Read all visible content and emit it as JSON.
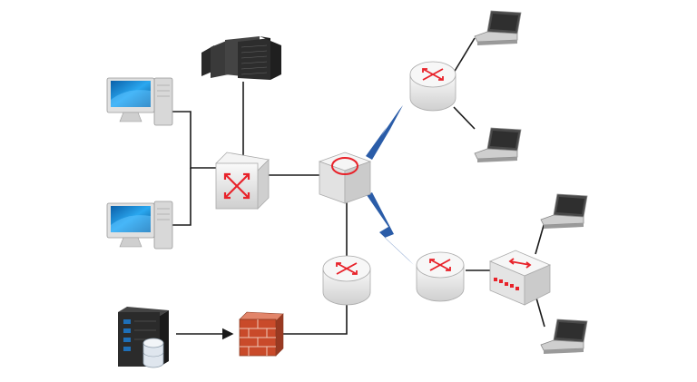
{
  "diagram": {
    "nodes": [
      {
        "id": "server-rack",
        "kind": "server-rack-icon"
      },
      {
        "id": "desktop-top",
        "kind": "desktop-computer-icon"
      },
      {
        "id": "desktop-bottom",
        "kind": "desktop-computer-icon"
      },
      {
        "id": "switch-main",
        "kind": "switch-icon"
      },
      {
        "id": "hub-center",
        "kind": "hub-icon"
      },
      {
        "id": "router-upper",
        "kind": "router-icon"
      },
      {
        "id": "router-lower",
        "kind": "router-icon"
      },
      {
        "id": "router-bottom",
        "kind": "router-icon"
      },
      {
        "id": "switch-right",
        "kind": "switch-icon"
      },
      {
        "id": "firewall",
        "kind": "firewall-icon"
      },
      {
        "id": "database-server",
        "kind": "database-server-icon"
      },
      {
        "id": "laptop-1",
        "kind": "laptop-icon"
      },
      {
        "id": "laptop-2",
        "kind": "laptop-icon"
      },
      {
        "id": "laptop-3",
        "kind": "laptop-icon"
      },
      {
        "id": "laptop-4",
        "kind": "laptop-icon"
      }
    ],
    "links": [
      {
        "from": "desktop-top",
        "to": "switch-main",
        "type": "wired"
      },
      {
        "from": "desktop-bottom",
        "to": "switch-main",
        "type": "wired"
      },
      {
        "from": "server-rack",
        "to": "switch-main",
        "type": "wired"
      },
      {
        "from": "switch-main",
        "to": "hub-center",
        "type": "wired"
      },
      {
        "from": "hub-center",
        "to": "router-upper",
        "type": "wireless"
      },
      {
        "from": "hub-center",
        "to": "router-lower",
        "type": "wireless"
      },
      {
        "from": "hub-center",
        "to": "router-bottom",
        "type": "wired"
      },
      {
        "from": "router-upper",
        "to": "laptop-1",
        "type": "wired"
      },
      {
        "from": "router-upper",
        "to": "laptop-2",
        "type": "wired"
      },
      {
        "from": "router-lower",
        "to": "switch-right",
        "type": "wired"
      },
      {
        "from": "switch-right",
        "to": "laptop-3",
        "type": "wired"
      },
      {
        "from": "switch-right",
        "to": "laptop-4",
        "type": "wired"
      },
      {
        "from": "database-server",
        "to": "firewall",
        "type": "arrow"
      },
      {
        "from": "firewall",
        "to": "router-bottom",
        "type": "wired"
      }
    ],
    "colors": {
      "line": "#1a1a1a",
      "wireless": "#2a5ca8",
      "accent": "#e8222a",
      "device": "#ececec",
      "firewall": "#c94a2a",
      "screen": "#1f8fd6"
    }
  }
}
